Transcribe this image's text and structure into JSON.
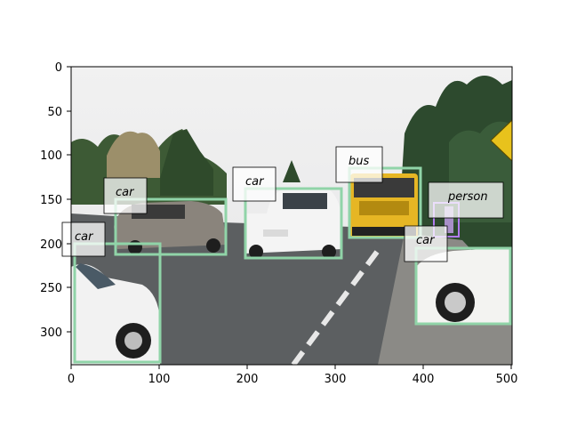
{
  "image": {
    "width": 500,
    "height": 338,
    "scene": "street-with-vehicles"
  },
  "axes": {
    "x_ticks": [
      "0",
      "100",
      "200",
      "300",
      "400",
      "500"
    ],
    "y_ticks": [
      "0",
      "50",
      "100",
      "150",
      "200",
      "250",
      "300"
    ]
  },
  "detections": [
    {
      "label": "car",
      "color": "#90d4a8"
    },
    {
      "label": "car",
      "color": "#90d4a8"
    },
    {
      "label": "car",
      "color": "#90d4a8"
    },
    {
      "label": "bus",
      "color": "#90d4a8"
    },
    {
      "label": "person",
      "color": "#b07cf0"
    },
    {
      "label": "car",
      "color": "#90d4a8"
    }
  ]
}
